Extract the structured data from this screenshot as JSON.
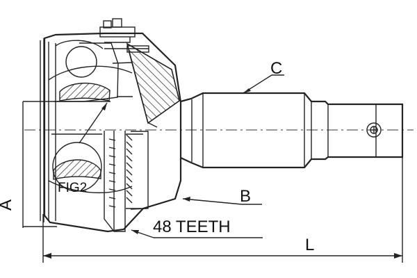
{
  "labels": {
    "dimension_a": "A",
    "part_b": "B",
    "part_c": "C",
    "fig_ref": "FIG2",
    "teeth": "48 TEETH",
    "dimension_l": "L"
  },
  "colors": {
    "line": "#222222",
    "hatch": "#333333",
    "background": "#ffffff"
  }
}
